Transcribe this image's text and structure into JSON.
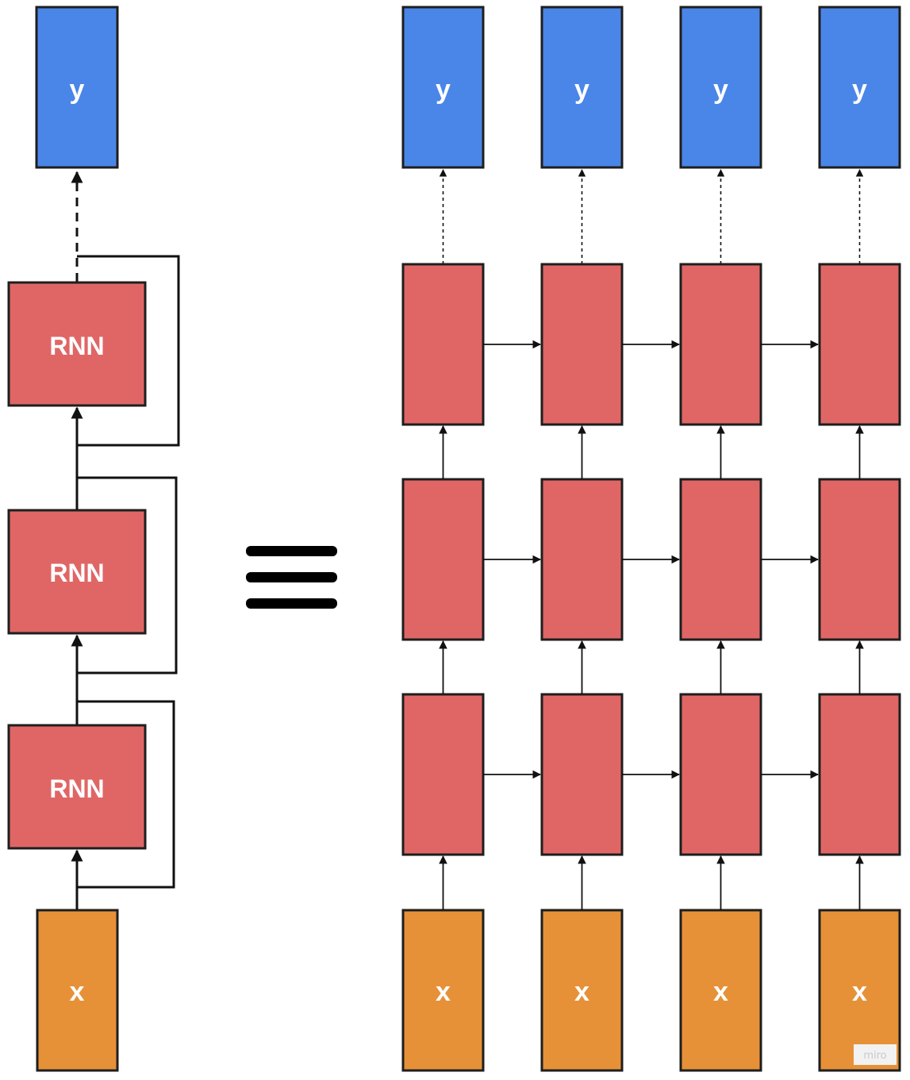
{
  "folded": {
    "output_label": "y",
    "layers": [
      "RNN",
      "RNN",
      "RNN"
    ],
    "input_label": "x"
  },
  "equivalence_icon": "triple-bar-equals-icon",
  "unrolled": {
    "timesteps": 4,
    "layers": 3,
    "output_labels": [
      "y",
      "y",
      "y",
      "y"
    ],
    "input_labels": [
      "x",
      "x",
      "x",
      "x"
    ]
  },
  "watermark": "miro",
  "colors": {
    "output": "#4a86e8",
    "rnn": "#e06666",
    "input": "#e69138",
    "stroke": "#1e1e1e"
  }
}
